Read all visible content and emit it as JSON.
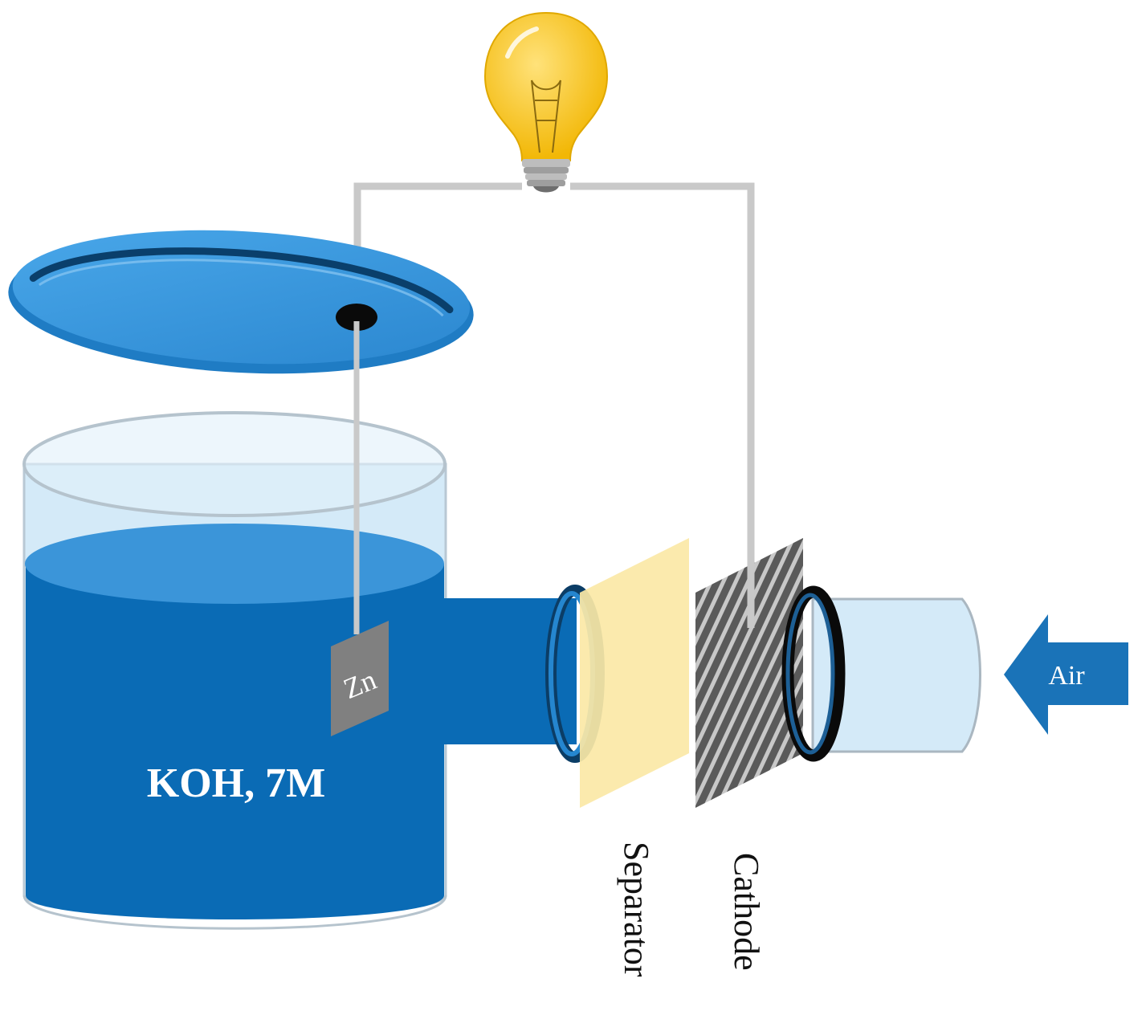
{
  "labels": {
    "electrolyte": "KOH, 7M",
    "anode": "Zn",
    "separator": "Separator",
    "cathode": "Cathode",
    "air": "Air"
  },
  "colors": {
    "electrolyte_blue": "#0a6bb5",
    "electrolyte_surface": "#3b95d9",
    "lid_blue": "#3a9ae0",
    "glass": "#cfe6f5",
    "wire": "#c9c9c9",
    "separator": "#fbe8a6",
    "bulb": "#f7c21a",
    "arrow": "#1a73b8",
    "zinc": "#808080"
  },
  "icons": {
    "bulb": "lightbulb-icon",
    "arrow": "left-arrow-icon"
  }
}
